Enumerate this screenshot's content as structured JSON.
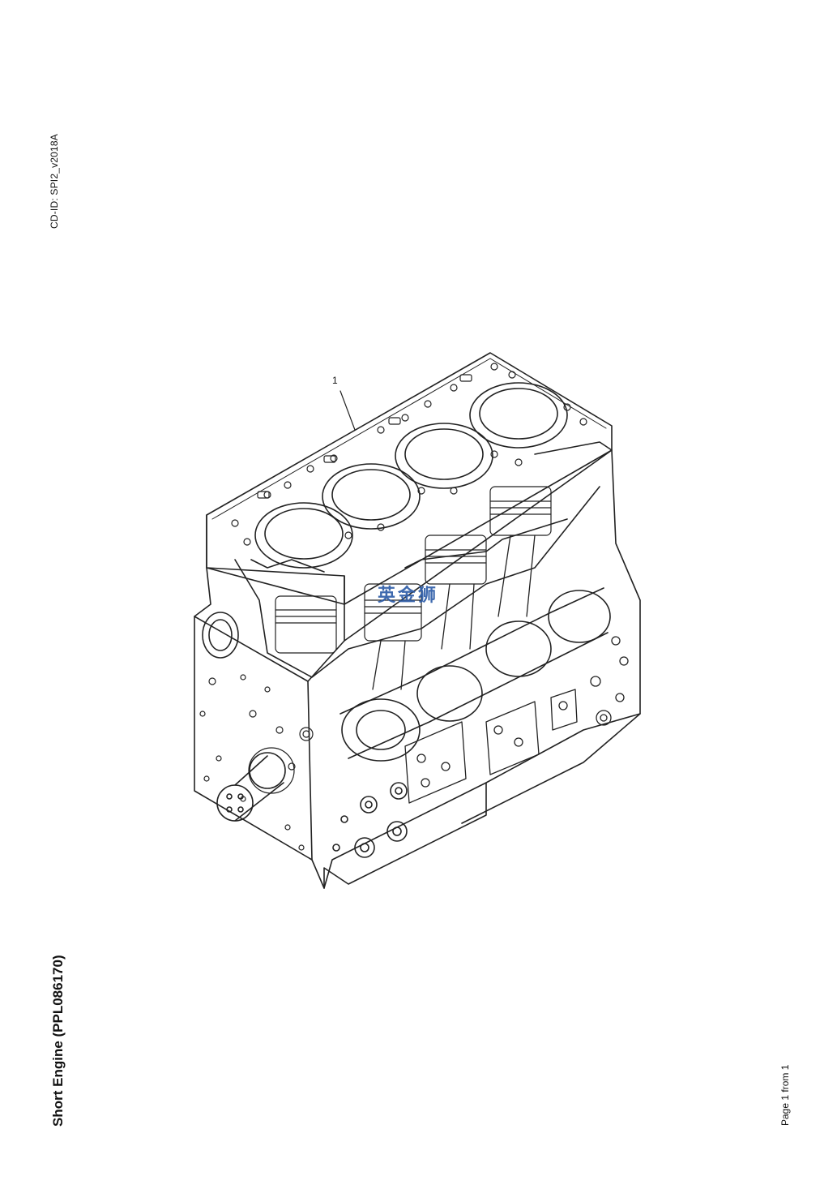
{
  "document": {
    "cd_id": "CD-ID: SPI2_v2018A",
    "title": "Short Engine (PPL086170)",
    "page_label": "Page 1 from 1"
  },
  "illustration": {
    "subject": "short-engine-block",
    "callouts": [
      {
        "label": "1"
      }
    ],
    "watermark": "英金狮"
  },
  "colors": {
    "line": "#222222",
    "background": "#ffffff",
    "watermark": "#2e5da8"
  }
}
